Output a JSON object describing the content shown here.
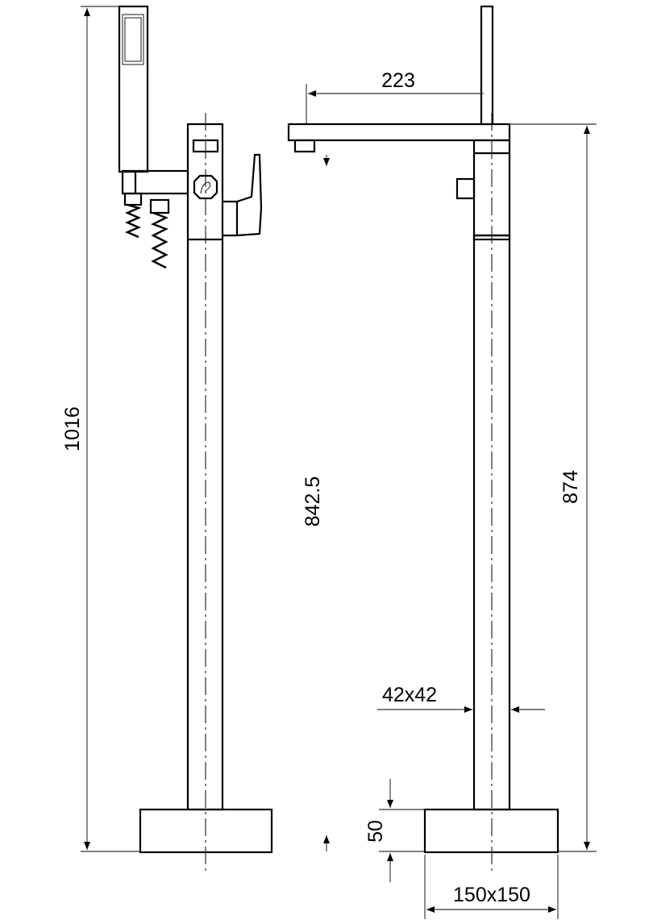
{
  "dimensions": {
    "overall_height": "1016",
    "spout_height": "842.5",
    "body_height": "874",
    "spout_reach": "223",
    "column_section": "42x42",
    "base_height": "50",
    "base_size": "150x150"
  }
}
